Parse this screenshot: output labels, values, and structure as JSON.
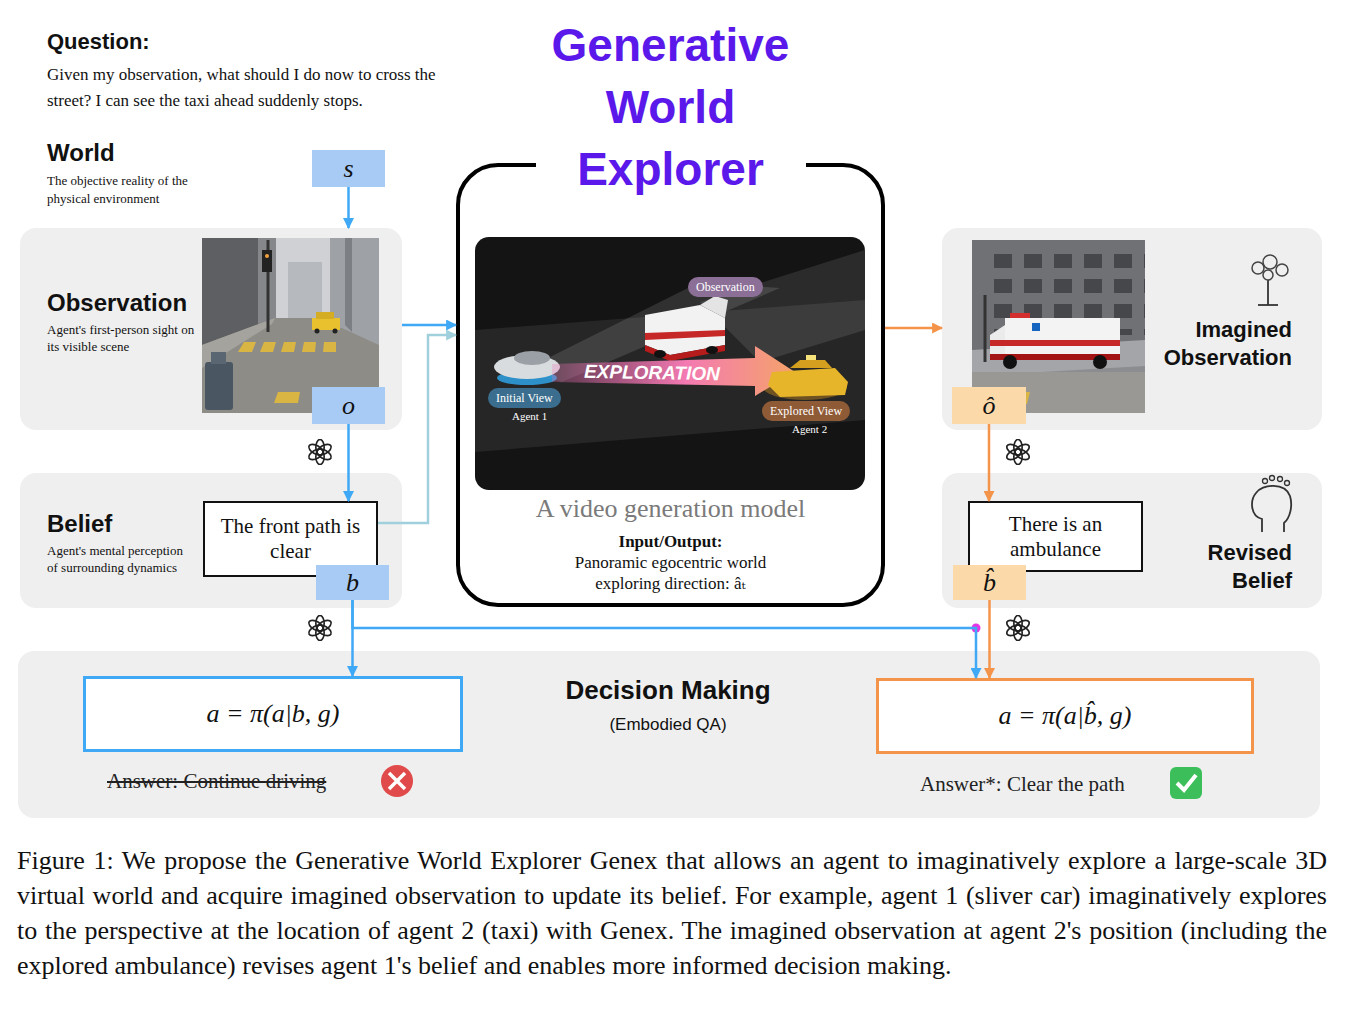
{
  "diagram": {
    "caption": "Figure 1: We propose the Generative World Explorer Genex that allows an agent to imaginatively explore a large-scale 3D virtual world and acquire imagined observation to update its belief. For example, agent 1 (sliver car) imaginatively explores to the perspective at the location of agent 2 (taxi) with Genex. The imagined observation at agent 2's position (including the explored ambulance) revises agent 1's belief and enables more informed decision making.",
    "nodes": [
      {
        "text": [
          "s"
        ]
      },
      {
        "text": [
          "Observation",
          "Agent's first-person sight on its visible scene"
        ]
      },
      {
        "text": [
          "o"
        ],
        "in": 1
      },
      {
        "text": [
          "Belief",
          "Agent's mental perception of surrounding dynamics"
        ]
      },
      {
        "text": [
          "The front path is clear"
        ],
        "in": 3
      },
      {
        "text": [
          "b"
        ],
        "in": 3
      },
      {
        "text": [
          "Generative World Explorer",
          "A video generation model",
          "Input/Output:",
          "Panoramic egocentric world exploring direction: âₜ"
        ]
      },
      {
        "text": [
          "Observation"
        ],
        "in": 6
      },
      {
        "text": [
          "Initial View"
        ],
        "in": 6
      },
      {
        "text": [
          "Explored View"
        ],
        "in": 6
      },
      {
        "text": [
          "Imagined Observation"
        ]
      },
      {
        "text": [
          "ô"
        ],
        "in": 10
      },
      {
        "text": [
          "Revised Belief"
        ]
      },
      {
        "text": [
          "There is an ambulance"
        ],
        "in": 12
      },
      {
        "text": [
          "b̂"
        ],
        "in": 12
      },
      {
        "text": [
          "Decision Making",
          "(Embodied QA)"
        ]
      },
      {
        "text": [
          "a = π(a|b, g)"
        ],
        "in": 15
      },
      {
        "text": [
          "a = π(a|b̂, g)"
        ],
        "in": 15
      }
    ],
    "edges": [
      {
        "from": 0,
        "to": 1,
        "arrow": "to"
      },
      {
        "from": 2,
        "to": 4,
        "arrow": "to"
      },
      {
        "from": 1,
        "to": 6,
        "arrow": "to"
      },
      {
        "from": 4,
        "to": 6,
        "arrow": "to"
      },
      {
        "from": 6,
        "to": 10,
        "arrow": "to"
      },
      {
        "from": 11,
        "to": 13,
        "arrow": "to"
      },
      {
        "from": 14,
        "to": 17,
        "arrow": "to"
      },
      {
        "from": 5,
        "to": 17,
        "arrow": "to"
      },
      {
        "from": 5,
        "to": 16,
        "arrow": "to"
      }
    ],
    "labels": [
      "Question:",
      "Given my observation, what should I do now to cross the street? I can see the taxi ahead suddenly stops.",
      "World",
      "The objective reality of the physical environment",
      "Agent 1",
      "EXPLORATION",
      "Agent 2",
      "Answer: Continue driving",
      "Answer*: Clear the path"
    ]
  }
}
